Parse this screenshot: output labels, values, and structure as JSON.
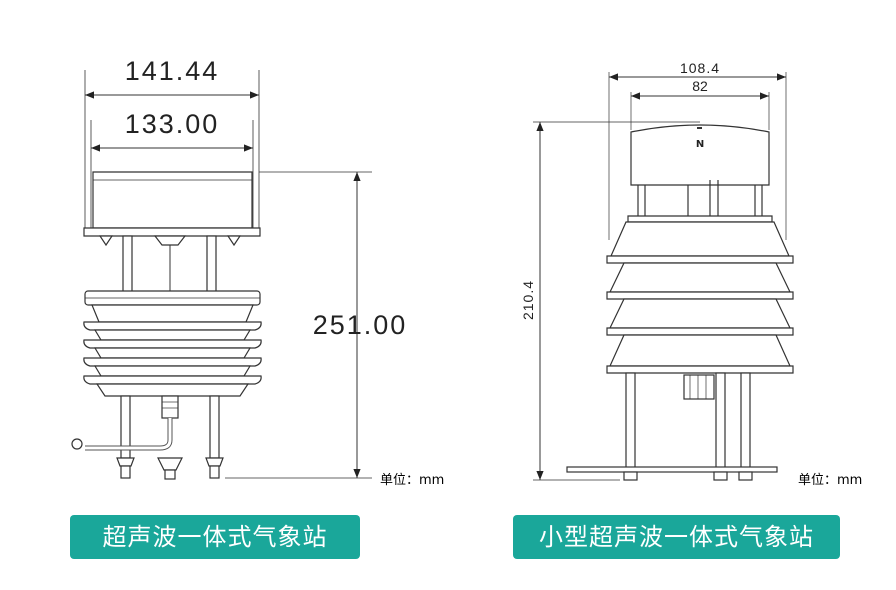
{
  "left": {
    "dim_top": "141.44",
    "dim_mid": "133.00",
    "dim_height": "251.00",
    "unit": "单位：mm",
    "caption": "超声波一体式气象站"
  },
  "right": {
    "dim_top": "108.4",
    "dim_mid": "82",
    "dim_height": "210.4",
    "north_mark": "N",
    "unit": "单位：mm",
    "caption": "小型超声波一体式气象站"
  },
  "colors": {
    "label_bg": "#1aa79a",
    "label_text": "#ffffff",
    "line": "#333333"
  }
}
